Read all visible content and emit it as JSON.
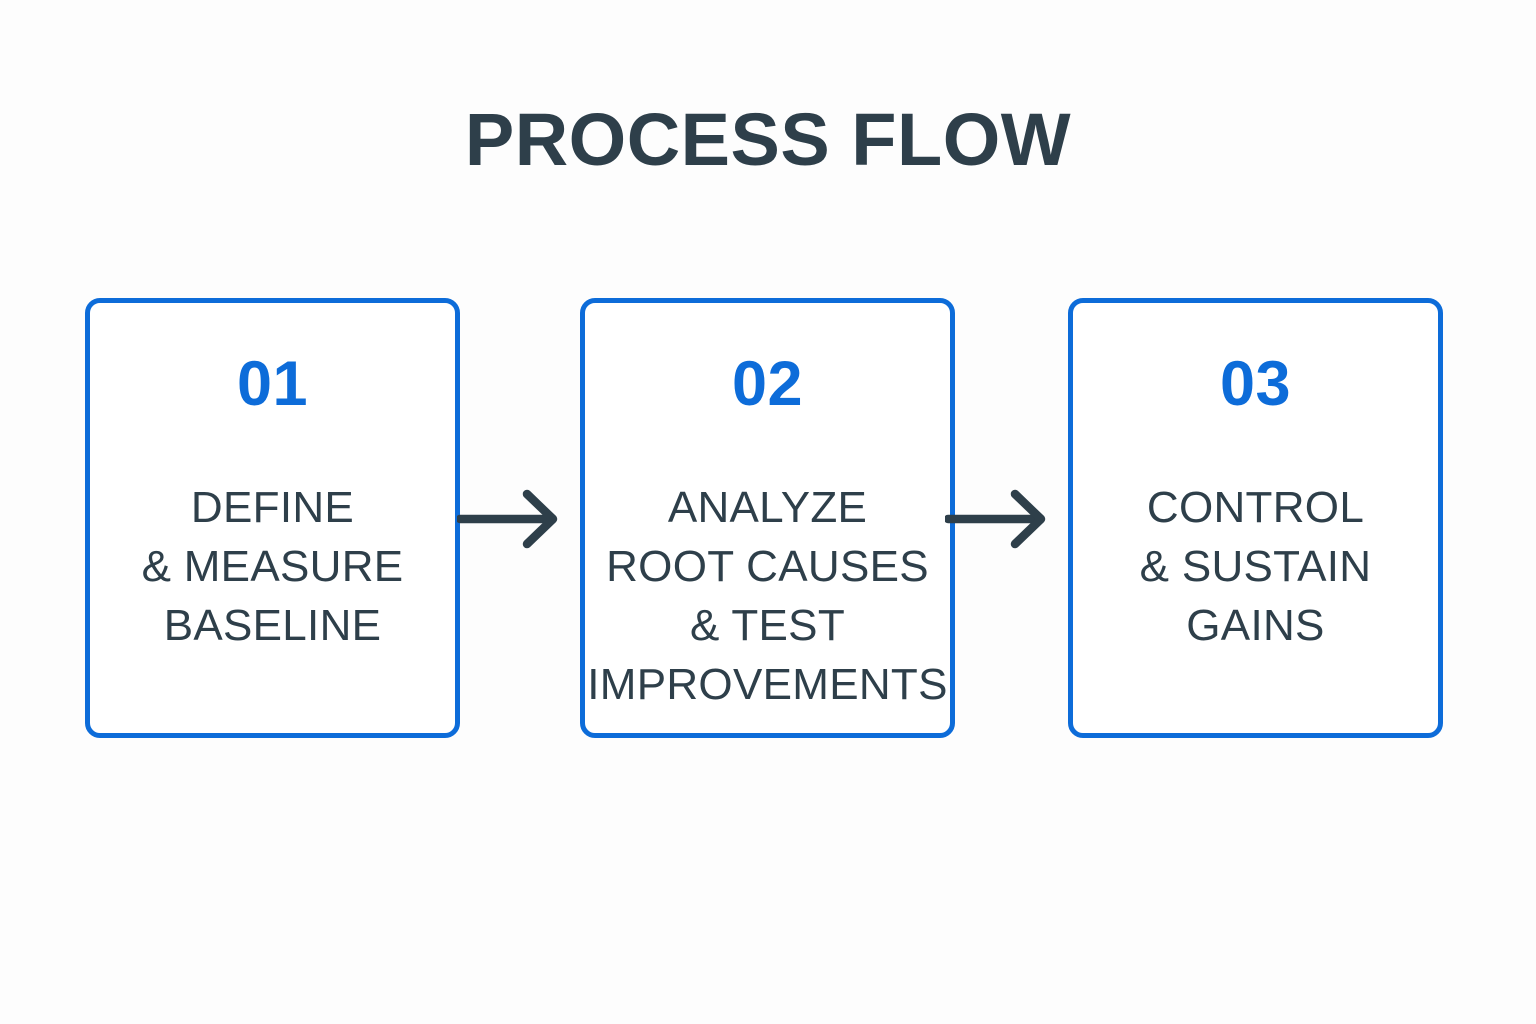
{
  "page": {
    "title": "PROCESS FLOW",
    "background_color": "#fdfdfd",
    "accent_color": "#0d6cd9",
    "text_color": "#2e3f4a"
  },
  "flow": {
    "steps": [
      {
        "number": "01",
        "lines": [
          "DEFINE",
          "& MEASURE",
          "BASELINE"
        ]
      },
      {
        "number": "02",
        "lines": [
          "ANALYZE",
          "ROOT CAUSES",
          "& TEST",
          "IMPROVEMENTS"
        ]
      },
      {
        "number": "03",
        "lines": [
          "CONTROL",
          "& SUSTAIN",
          "GAINS"
        ]
      }
    ],
    "connector_count": 2,
    "connector_direction": "right"
  }
}
